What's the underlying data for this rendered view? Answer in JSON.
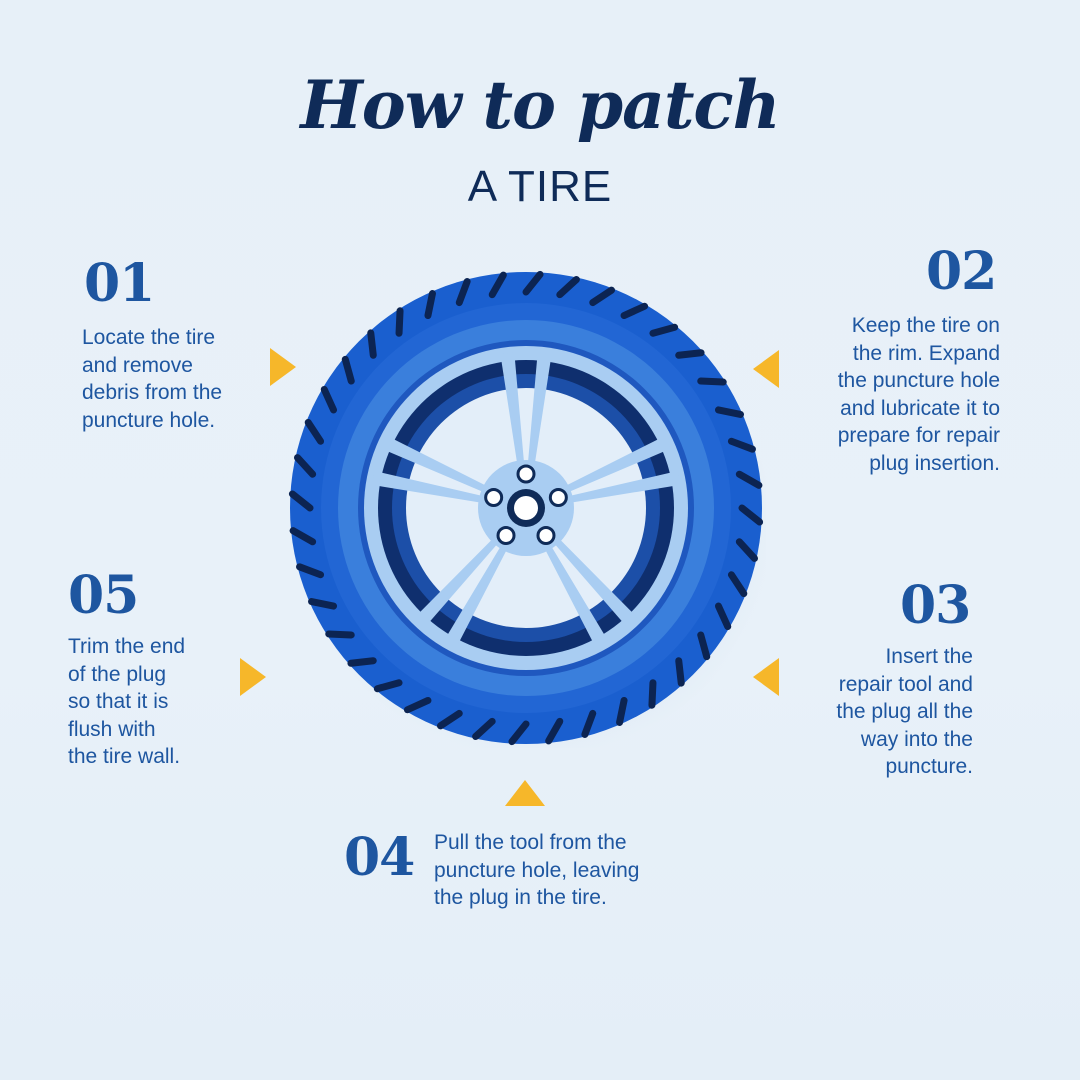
{
  "header": {
    "title": "How to patch",
    "subtitle": "A TIRE"
  },
  "steps": [
    {
      "number": "01",
      "text": "Locate the tire\nand remove\ndebris from the\npuncture hole."
    },
    {
      "number": "02",
      "text": "Keep the tire on\nthe rim. Expand\nthe puncture hole\nand lubricate it to\nprepare for repair\nplug insertion."
    },
    {
      "number": "03",
      "text": "Insert the\nrepair tool and\nthe plug all the\nway into the\npuncture."
    },
    {
      "number": "04",
      "text": "Pull the tool from the\npuncture hole, leaving\nthe plug in the tire."
    },
    {
      "number": "05",
      "text": "Trim the end\nof the plug\nso that it is\nflush with\nthe tire wall."
    }
  ],
  "colors": {
    "background": "#e7f0f8",
    "title": "#0f2b58",
    "step": "#1e56a0",
    "arrow": "#f6b72a",
    "tire": "#1a5fcf",
    "rim": "#a9cdf2"
  },
  "icons": [
    "tire-icon",
    "arrow-right-icon",
    "arrow-left-icon",
    "arrow-up-icon"
  ]
}
